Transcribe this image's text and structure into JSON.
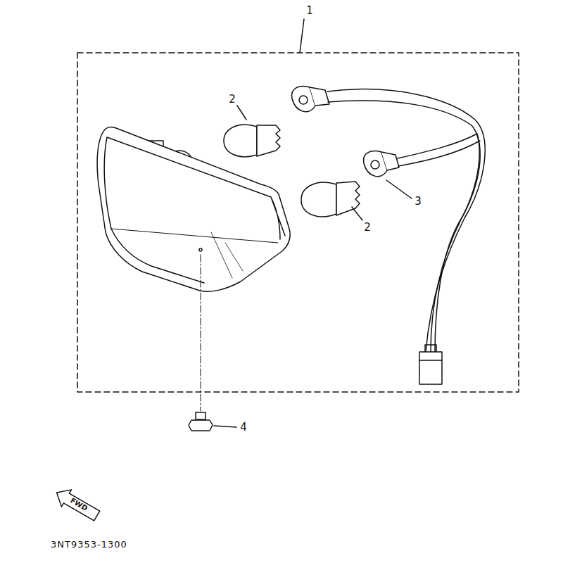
{
  "diagram": {
    "labels": [
      "1",
      "2",
      "2",
      "3",
      "4",
      "FWD",
      "3NT9353-1300"
    ]
  }
}
